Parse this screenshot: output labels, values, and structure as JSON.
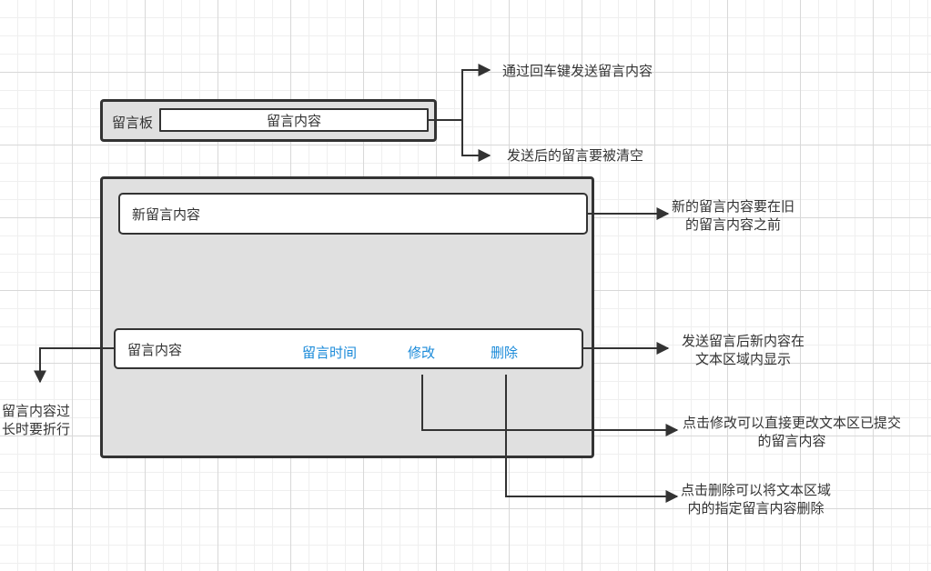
{
  "board": {
    "label": "留言板",
    "input_value": "留言内容"
  },
  "list": {
    "new_item_text": "新留言内容",
    "message": {
      "text": "留言内容",
      "time_link": "留言时间",
      "edit_link": "修改",
      "delete_link": "删除"
    }
  },
  "annotations": {
    "enter_to_send": "通过回车键发送留言内容",
    "clear_after_send": "发送后的留言要被清空",
    "new_before_old": [
      "新的留言内容要在旧",
      "的留言内容之前"
    ],
    "show_in_area": [
      "发送留言后新内容在",
      "文本区域内显示"
    ],
    "wrap_long": [
      "留言内容过",
      "长时要折行"
    ],
    "edit_note": [
      "点击修改可以直接更改文本区已提交",
      "的留言内容"
    ],
    "delete_note": [
      "点击删除可以将文本区域",
      "内的指定留言内容删除"
    ]
  },
  "colors": {
    "link": "#1a8ad9",
    "panel": "#e0e0e0",
    "stroke": "#333333"
  }
}
